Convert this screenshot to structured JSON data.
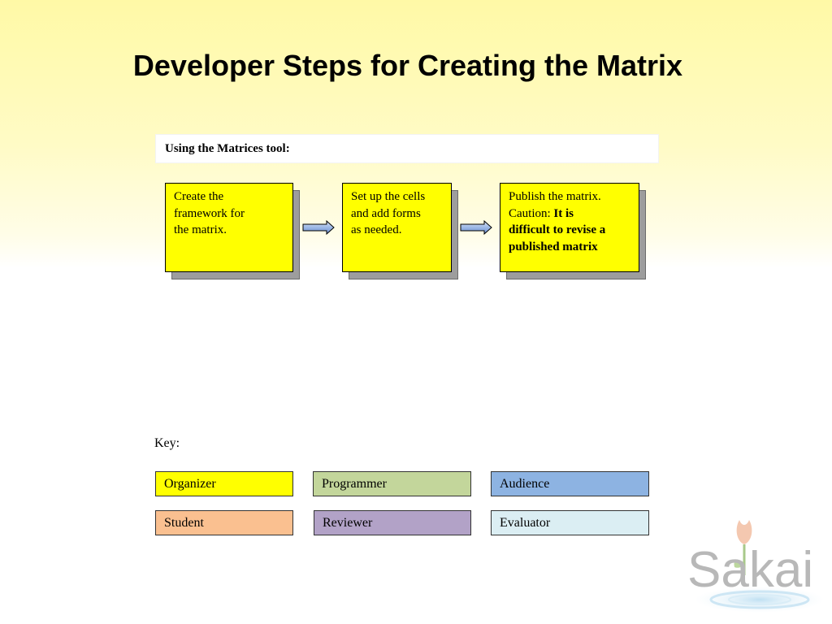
{
  "slide": {
    "title": "Developer Steps for Creating the Matrix"
  },
  "tool": {
    "label": "Using the Matrices tool:"
  },
  "steps": [
    {
      "lines": [
        "Create the",
        "framework for",
        "the matrix."
      ]
    },
    {
      "lines": [
        "Set up the cells",
        "and add forms",
        "as needed."
      ]
    },
    {
      "line1": "Publish the matrix.",
      "caution_prefix": "Caution: ",
      "caution_bold_1": "It is",
      "caution_bold_2": "difficult to revise a",
      "caution_bold_3": "published matrix"
    }
  ],
  "key": {
    "label": "Key:",
    "items": [
      {
        "label": "Organizer",
        "color": "#ffff00"
      },
      {
        "label": "Programmer",
        "color": "#c3d69b"
      },
      {
        "label": "Audience",
        "color": "#8db3e2"
      },
      {
        "label": "Student",
        "color": "#fac090"
      },
      {
        "label": "Reviewer",
        "color": "#b2a2c7"
      },
      {
        "label": "Evaluator",
        "color": "#dbeef3"
      }
    ]
  },
  "logo": {
    "text": "Sakai"
  }
}
